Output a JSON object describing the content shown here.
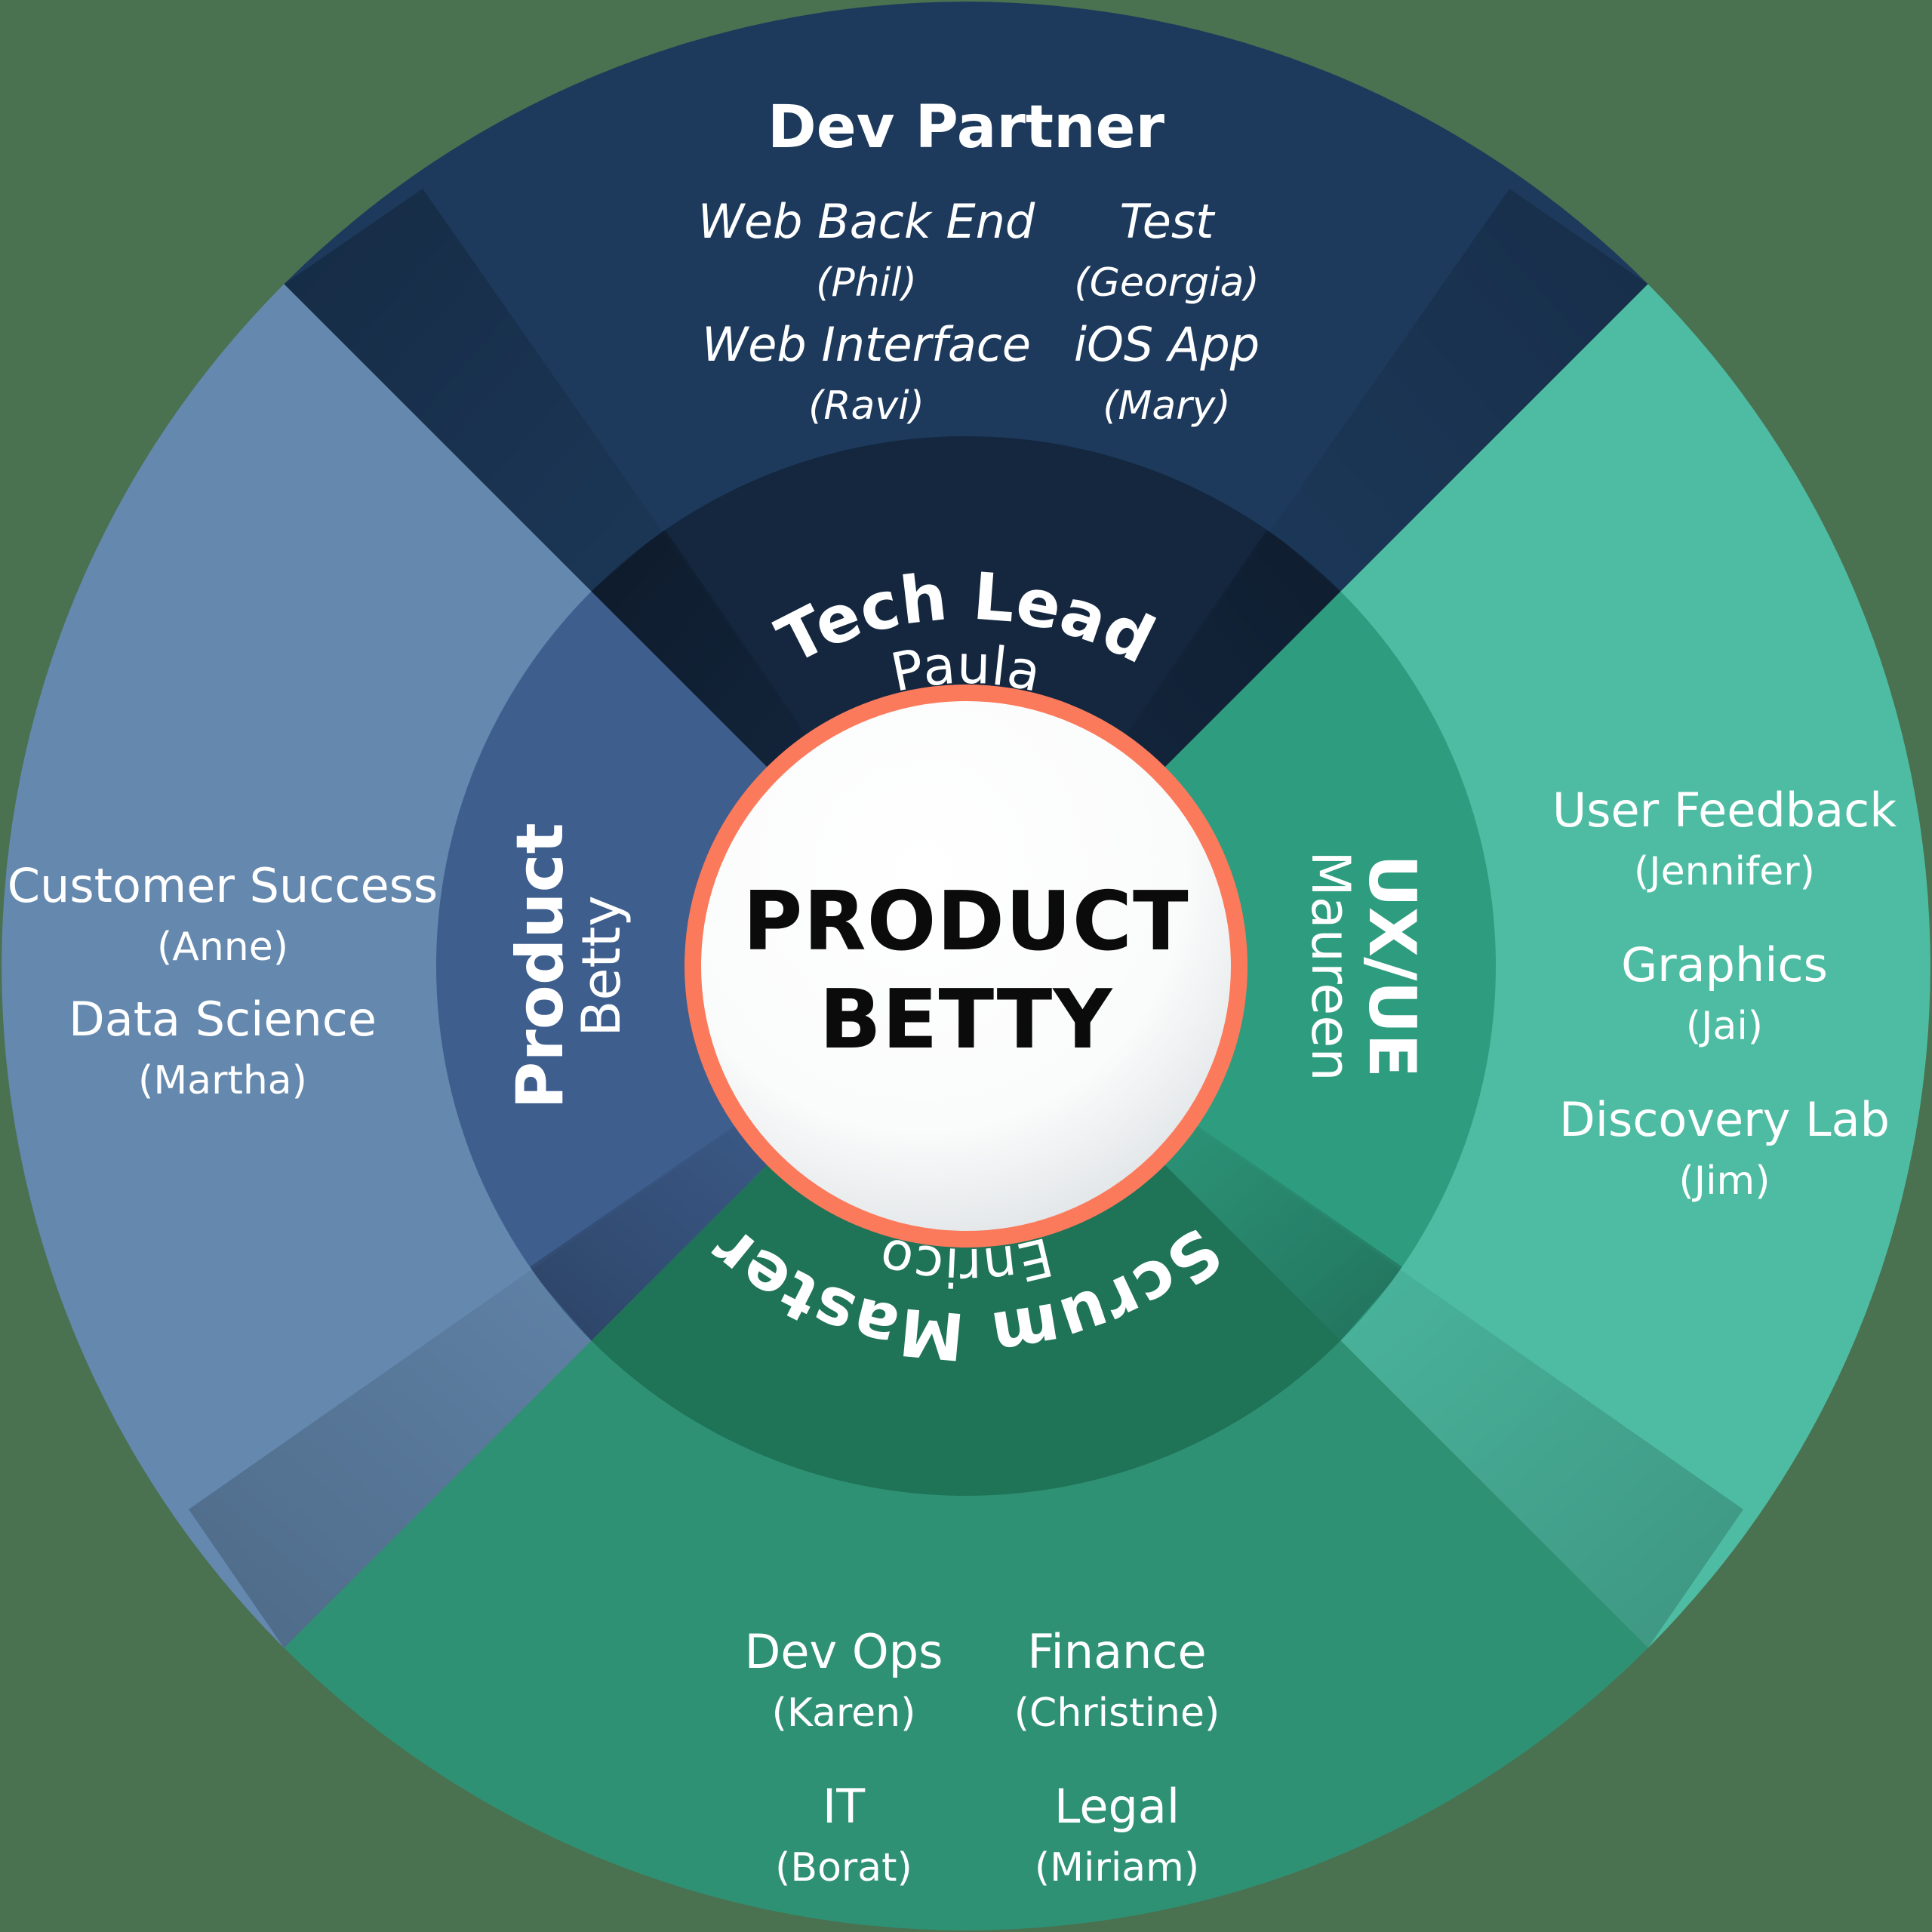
{
  "background_color": "#4a7150",
  "center": {
    "line1": "PRODUCT",
    "line2": "BETTY",
    "border_color": "#fb7a5c",
    "fill_color": "#ffffff"
  },
  "quadrants": {
    "top": {
      "heading": "Dev Partner",
      "arc_role": "Tech Lead",
      "arc_person": "Paula",
      "outer_color": "#1d3a5c",
      "inner_color": "#14273f",
      "members": [
        {
          "title": "Web Back End",
          "person": "(Phil)"
        },
        {
          "title": "Test",
          "person": "(Georgia)"
        },
        {
          "title": "Web Interface",
          "person": "(Ravi)"
        },
        {
          "title": "iOS App",
          "person": "(Mary)"
        }
      ]
    },
    "left": {
      "arc_role": "Product",
      "arc_person": "Betty",
      "outer_color": "#6488ae",
      "inner_color": "#3e5e8e",
      "members": [
        {
          "title": "Customer Success",
          "person": "(Anne)"
        },
        {
          "title": "Data Science",
          "person": "(Martha)"
        }
      ]
    },
    "right": {
      "arc_role": "UX/UE",
      "arc_person": "Maureen",
      "outer_color": "#4dbca3",
      "inner_color": "#2e9c7e",
      "members": [
        {
          "title": "User Feedback",
          "person": "(Jennifer)"
        },
        {
          "title": "Graphics",
          "person": "(Jai)"
        },
        {
          "title": "Discovery Lab",
          "person": "(Jim)"
        }
      ]
    },
    "bottom": {
      "arc_role": "Scrum Master",
      "arc_person": "Enrico",
      "outer_color": "#2f9174",
      "inner_color": "#1f7356",
      "members": [
        {
          "title": "Dev Ops",
          "person": "(Karen)"
        },
        {
          "title": "Finance",
          "person": "(Christine)"
        },
        {
          "title": "IT",
          "person": "(Borat)"
        },
        {
          "title": "Legal",
          "person": "(Miriam)"
        }
      ]
    }
  }
}
